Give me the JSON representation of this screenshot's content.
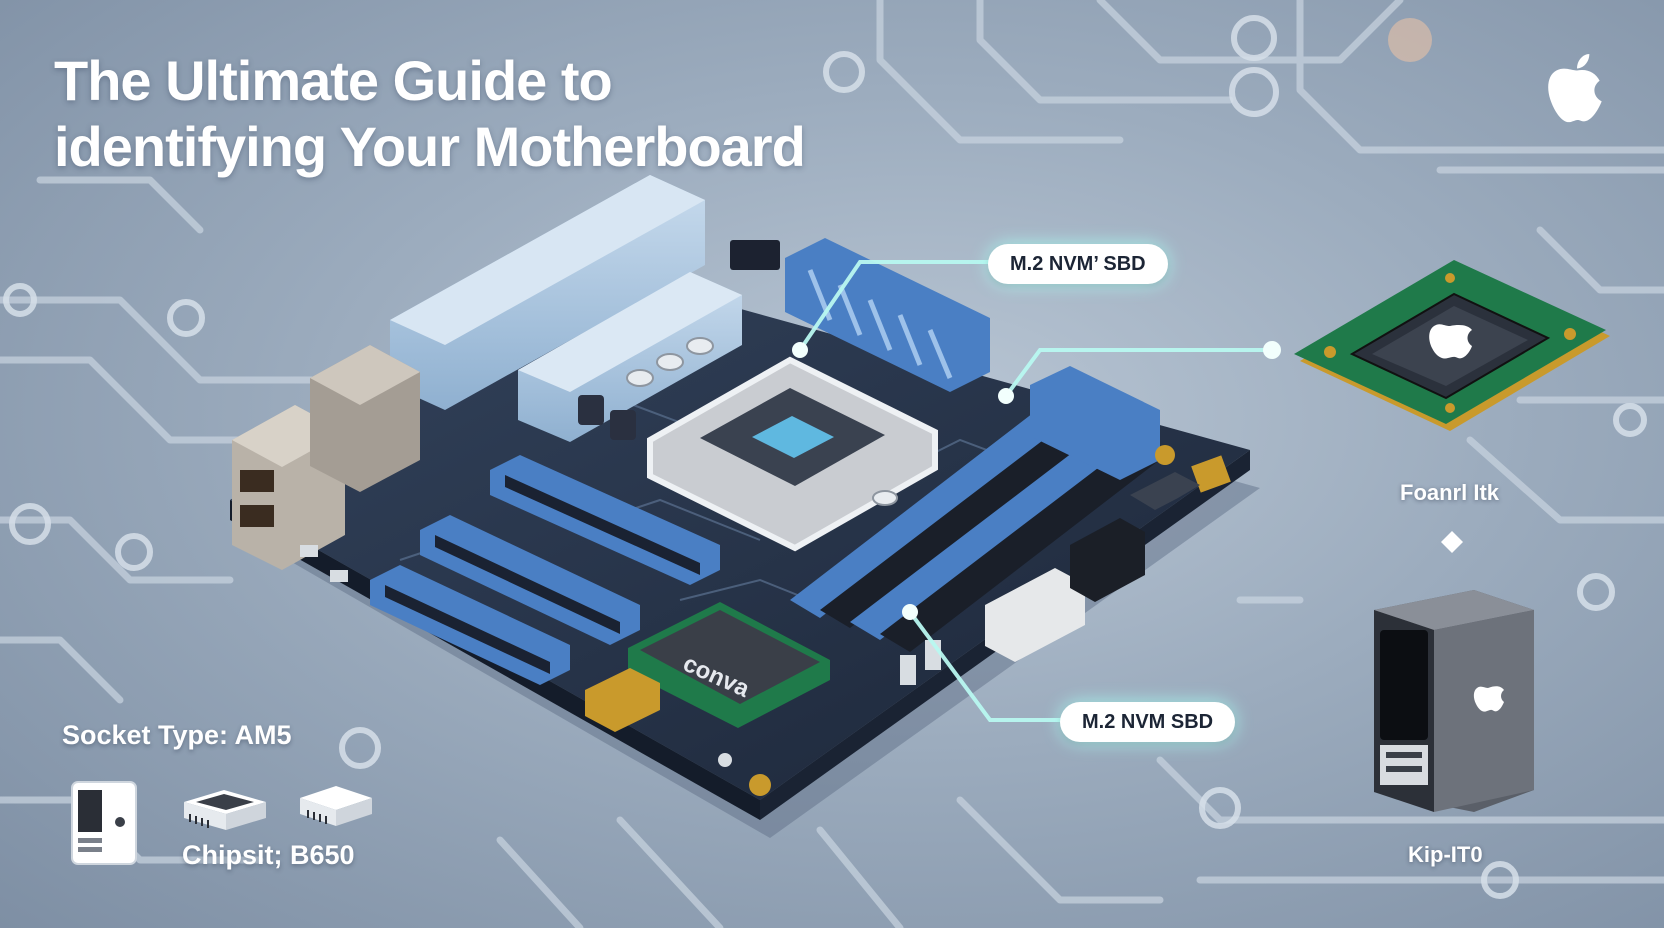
{
  "title": {
    "line1": "The Ultimate Guide to",
    "line2": "identifying Your Motherboard"
  },
  "callouts": {
    "top": "M.2 NVM’ SBD",
    "bottom": "M.2 NVM SBD"
  },
  "chip_marking": "conva",
  "specs": {
    "socket": "Socket Type: AM5",
    "chipset": "Chipsit; B650"
  },
  "side_items": {
    "processor_label": "Foanrl Itk",
    "pc_label": "Kip-IT0"
  },
  "icons": {
    "brand_logo": "apple-logo-icon",
    "processor": "processor-chip-icon",
    "pc_tower": "pc-tower-icon",
    "mini_tower": "mini-tower-icon",
    "drives": "storage-drive-icon",
    "connector": "diamond-connector-icon"
  },
  "colors": {
    "background": "#9cacbe",
    "board": "#27344a",
    "slot_blue": "#4a7fc4",
    "glow": "#aaf5ee",
    "chip_green": "#1f7a4a",
    "gold": "#c99a2c"
  }
}
